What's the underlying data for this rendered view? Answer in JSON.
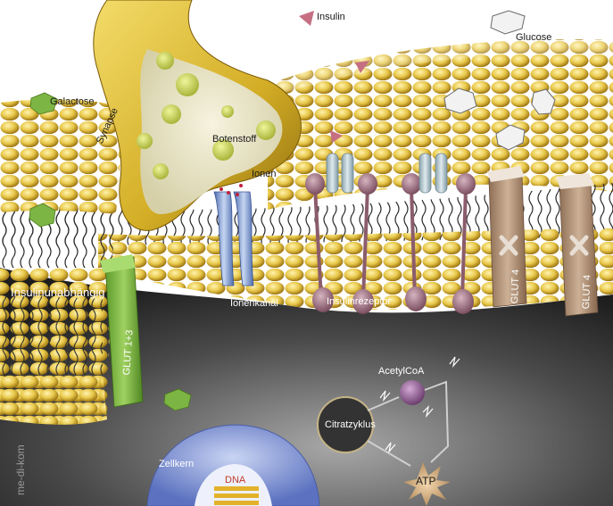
{
  "labels": {
    "insulin": "Insulin",
    "glucose": "Glucose",
    "galactose": "Galactose",
    "synapse": "Synapse",
    "botenstoff": "Botenstoff",
    "ionen": "Ionen",
    "insulinunabhaengig": "Insulinunabhängig",
    "glut13": "GLUT 1+3",
    "ionenkanal": "Ionenkanal",
    "insulinrezeptor": "Insulinrezeptor",
    "glut4_a": "GLUT 4",
    "glut4_b": "GLUT 4",
    "acetylcoa": "AcetylCoA",
    "citratzyklus": "Citratzyklus",
    "atp": "ATP",
    "zellkern": "Zellkern",
    "dna": "DNA",
    "watermark": "me-di-kom"
  },
  "colors": {
    "membrane_head": "#e8c84a",
    "membrane_dark": "#b08a1c",
    "synapse": "#d9b52a",
    "glut13": "#7fb545",
    "insulin": "#c8707e",
    "glut4": "#b89a82",
    "receptor": "#9b6f7f",
    "channel": "#7e9ed2",
    "nucleus": "#7f9ae0",
    "acetylcoa": "#9a6c9c",
    "atp": "#d7b48a"
  },
  "icons": {
    "insulin": "triangle-icon",
    "glucose": "hexagon-icon",
    "galactose": "hexagon-icon",
    "lightning": "lightning-icon",
    "cross": "x-mark-icon"
  }
}
